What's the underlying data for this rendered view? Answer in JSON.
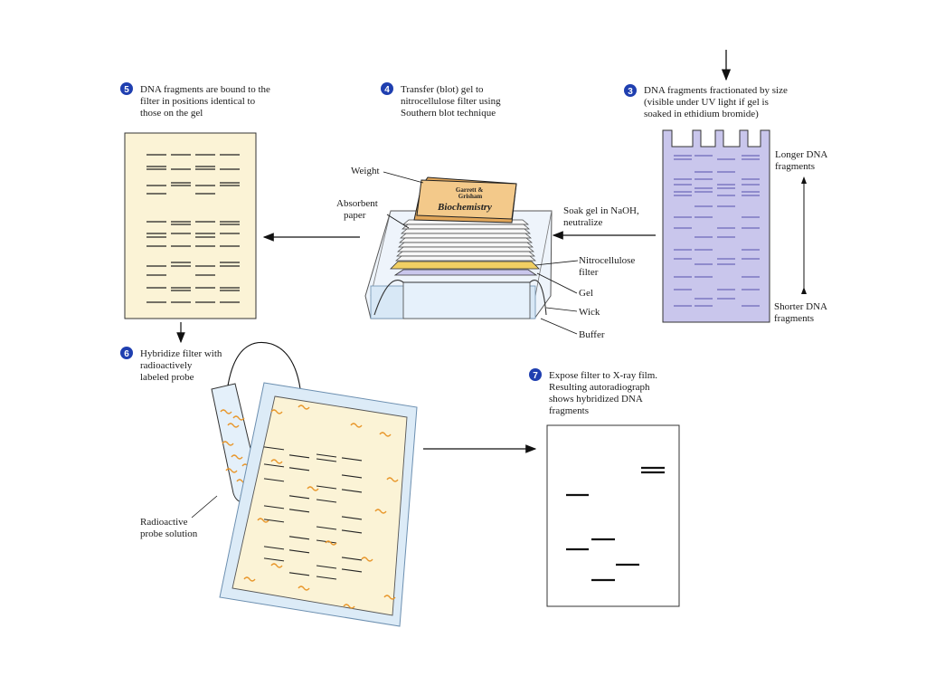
{
  "steps": {
    "s3": {
      "num": "3",
      "lines": [
        "DNA fragments fractionated by size",
        "(visible under UV light if gel is",
        "soaked in ethidium bromide)"
      ]
    },
    "s4": {
      "num": "4",
      "lines": [
        "Transfer (blot) gel to",
        "nitrocellulose filter using",
        "Southern blot technique"
      ]
    },
    "s5": {
      "num": "5",
      "lines": [
        "DNA fragments are bound to the",
        "filter in positions identical to",
        "those on the gel"
      ]
    },
    "s6": {
      "num": "6",
      "lines": [
        "Hybridize filter with",
        "radioactively",
        "labeled probe"
      ]
    },
    "s7": {
      "num": "7",
      "lines": [
        "Expose filter to X-ray film.",
        "Resulting autoradiograph",
        "shows hybridized DNA",
        "fragments"
      ]
    }
  },
  "labels": {
    "longer": [
      "Longer DNA",
      "fragments"
    ],
    "shorter": [
      "Shorter DNA",
      "fragments"
    ],
    "soak": [
      "Soak gel in NaOH,",
      "neutralize"
    ],
    "weight": "Weight",
    "absorbent": [
      "Absorbent",
      "paper"
    ],
    "nitro": [
      "Nitrocellulose",
      "filter"
    ],
    "gel": "Gel",
    "wick": "Wick",
    "buffer": "Buffer",
    "probe": [
      "Radioactive",
      "probe solution"
    ],
    "book_top": [
      "Garrett &",
      "Grisham"
    ],
    "book_title": "Biochemistry"
  },
  "colors": {
    "step_badge": "#1f3fb0",
    "gel": "#c9c6ec",
    "filter": "#fbf3d6",
    "book": "#f3c98a",
    "probe": "#e8962a",
    "bag": "#dcebf7"
  }
}
